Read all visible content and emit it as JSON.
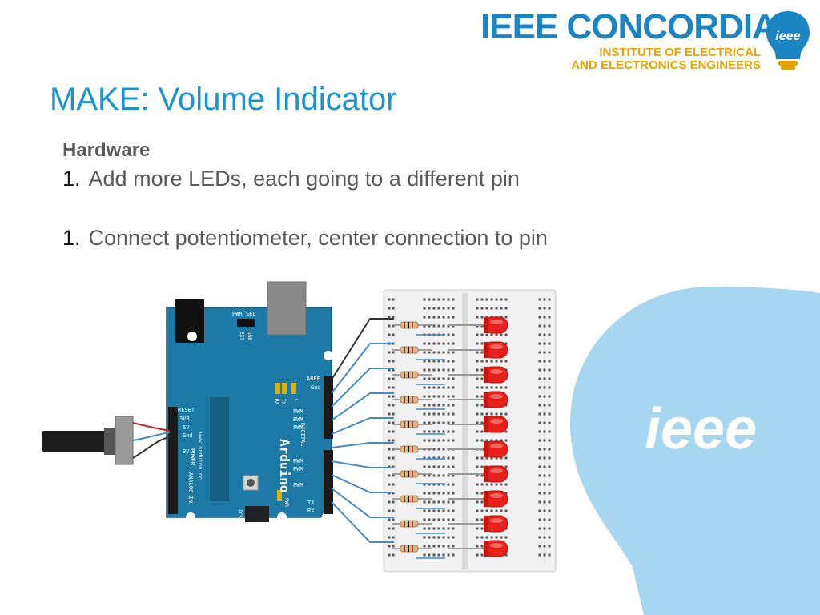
{
  "logo": {
    "name": "IEEE CONCORDIA",
    "line1": "INSTITUTE OF ELECTRICAL",
    "line2": "AND ELECTRONICS ENGINEERS",
    "bulb_text": "ieee",
    "blue": "#1b85c4",
    "gold": "#e8a300"
  },
  "title": "MAKE: Volume Indicator",
  "body": {
    "heading": "Hardware",
    "items": [
      {
        "number": "1.",
        "text": "Add more LEDs, each going to a different pin"
      },
      {
        "number": "1.",
        "text": "Connect potentiometer, center connection to pin"
      }
    ]
  },
  "diagram": {
    "board_labels": {
      "brand": "Arduino",
      "site": "www.arduino.cc",
      "reset": "RESET",
      "v33": "3V3",
      "v5": "5V",
      "gnd": "Gnd",
      "vin": "9V",
      "power": "POWER",
      "analog": "ANALOG IN",
      "aref": "AREF",
      "digital": "DIGITAL",
      "pwm": "PWM",
      "tx": "TX",
      "rx": "RX",
      "pwr_sel": "PWR SEL",
      "usb": "USB",
      "ext": "EXT",
      "icsp": "ICSP",
      "pwr_led": "PWR",
      "l_led": "L"
    },
    "led_count": 10,
    "led_color": "#e8201c",
    "board_color": "#1d7aa6",
    "wire_color": "#4a88c4"
  },
  "decoration": {
    "bulb_color": "#a6d6f0",
    "bulb_text": "ieee"
  }
}
